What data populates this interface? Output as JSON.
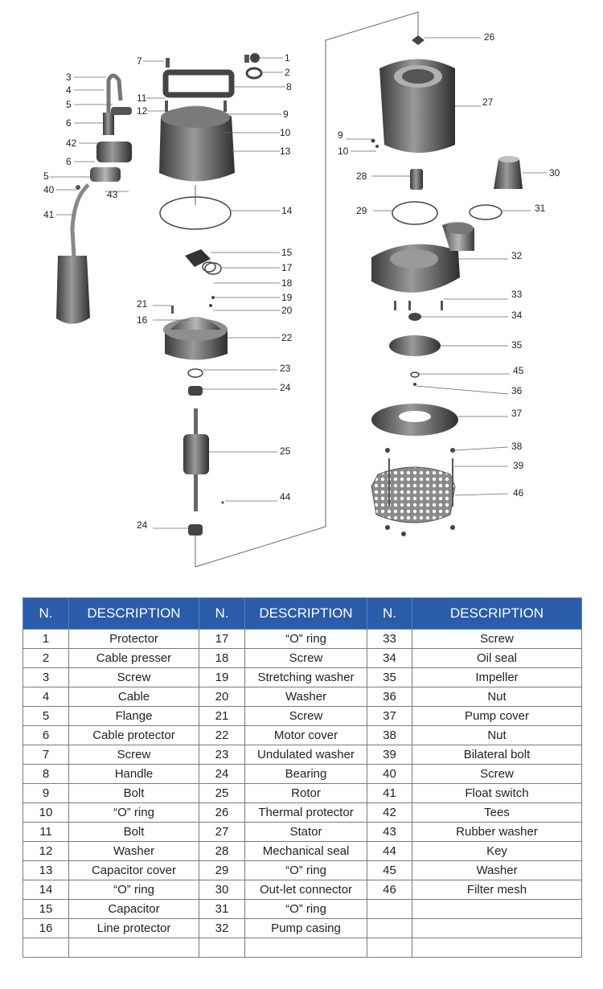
{
  "table": {
    "headers": [
      "N.",
      "DESCRIPTION",
      "N.",
      "DESCRIPTION",
      "N.",
      "DESCRIPTION"
    ],
    "rows": [
      [
        "1",
        "Protector",
        "17",
        "“O” ring",
        "33",
        "Screw"
      ],
      [
        "2",
        "Cable presser",
        "18",
        "Screw",
        "34",
        "Oil seal"
      ],
      [
        "3",
        "Screw",
        "19",
        "Stretching washer",
        "35",
        "Impeller"
      ],
      [
        "4",
        "Cable",
        "20",
        "Washer",
        "36",
        "Nut"
      ],
      [
        "5",
        "Flange",
        "21",
        "Screw",
        "37",
        "Pump cover"
      ],
      [
        "6",
        "Cable protector",
        "22",
        "Motor cover",
        "38",
        "Nut"
      ],
      [
        "7",
        "Screw",
        "23",
        "Undulated washer",
        "39",
        "Bilateral bolt"
      ],
      [
        "8",
        "Handle",
        "24",
        "Bearing",
        "40",
        "Screw"
      ],
      [
        "9",
        "Bolt",
        "25",
        "Rotor",
        "41",
        "Float switch"
      ],
      [
        "10",
        "“O” ring",
        "26",
        "Thermal protector",
        "42",
        "Tees"
      ],
      [
        "11",
        "Bolt",
        "27",
        "Stator",
        "43",
        "Rubber washer"
      ],
      [
        "12",
        "Washer",
        "28",
        "Mechanical seal",
        "44",
        "Key"
      ],
      [
        "13",
        "Capacitor cover",
        "29",
        "“O” ring",
        "45",
        "Washer"
      ],
      [
        "14",
        "“O” ring",
        "30",
        "Out-let connector",
        "46",
        "Filter mesh"
      ],
      [
        "15",
        "Capacitor",
        "31",
        "“O” ring",
        "",
        ""
      ],
      [
        "16",
        "Line protector",
        "32",
        "Pump casing",
        "",
        ""
      ],
      [
        "",
        "",
        "",
        "",
        "",
        ""
      ]
    ]
  },
  "diagram": {
    "callouts": [
      "1",
      "2",
      "3",
      "4",
      "5",
      "6",
      "7",
      "8",
      "9",
      "10",
      "11",
      "12",
      "13",
      "14",
      "15",
      "16",
      "17",
      "18",
      "19",
      "20",
      "21",
      "22",
      "23",
      "24",
      "25",
      "26",
      "27",
      "28",
      "29",
      "30",
      "31",
      "32",
      "33",
      "34",
      "35",
      "36",
      "37",
      "38",
      "39",
      "40",
      "41",
      "42",
      "43",
      "44",
      "45",
      "46",
      "5",
      "6",
      "9",
      "10",
      "24"
    ]
  },
  "colors": {
    "header_bg": "#2a5caa",
    "header_text": "#ffffff",
    "line": "#444444"
  }
}
